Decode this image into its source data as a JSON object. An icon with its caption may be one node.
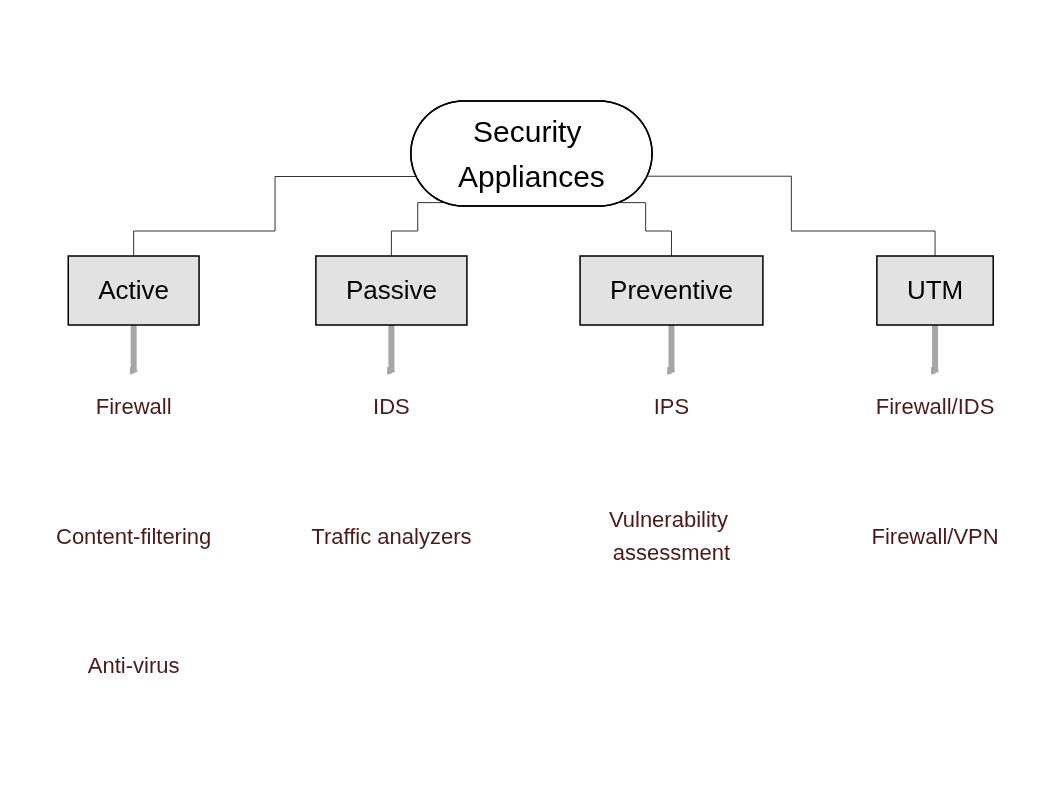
{
  "diagram": {
    "nodes": [
      {
        "text": [
          "Security Appliances"
        ]
      },
      {
        "text": [
          "Active"
        ]
      },
      {
        "text": [
          "Passive"
        ]
      },
      {
        "text": [
          "Preventive"
        ]
      },
      {
        "text": [
          "UTM"
        ]
      },
      {
        "text": [
          "Firewall"
        ]
      },
      {
        "text": [
          "IDS"
        ]
      },
      {
        "text": [
          "IPS"
        ]
      },
      {
        "text": [
          "Firewall/IDS"
        ]
      },
      {
        "text": [
          "Content-filtering"
        ]
      },
      {
        "text": [
          "Traffic analyzers"
        ]
      },
      {
        "text": [
          "Vulnerability assessment"
        ]
      },
      {
        "text": [
          "Firewall/VPN"
        ]
      },
      {
        "text": [
          "Anti-virus"
        ]
      }
    ],
    "edges": [
      {
        "from": 0,
        "to": 1,
        "arrow": "none"
      },
      {
        "from": 0,
        "to": 2,
        "arrow": "none"
      },
      {
        "from": 0,
        "to": 3,
        "arrow": "none"
      },
      {
        "from": 0,
        "to": 4,
        "arrow": "none"
      },
      {
        "from": 1,
        "to": 5,
        "arrow": "to",
        "style": "thick",
        "color": "#a6a6a6"
      },
      {
        "from": 2,
        "to": 6,
        "arrow": "to",
        "style": "thick",
        "color": "#a6a6a6"
      },
      {
        "from": 3,
        "to": 7,
        "arrow": "to",
        "style": "thick",
        "color": "#a6a6a6"
      },
      {
        "from": 4,
        "to": 8,
        "arrow": "to",
        "style": "thick",
        "color": "#a6a6a6"
      }
    ]
  }
}
